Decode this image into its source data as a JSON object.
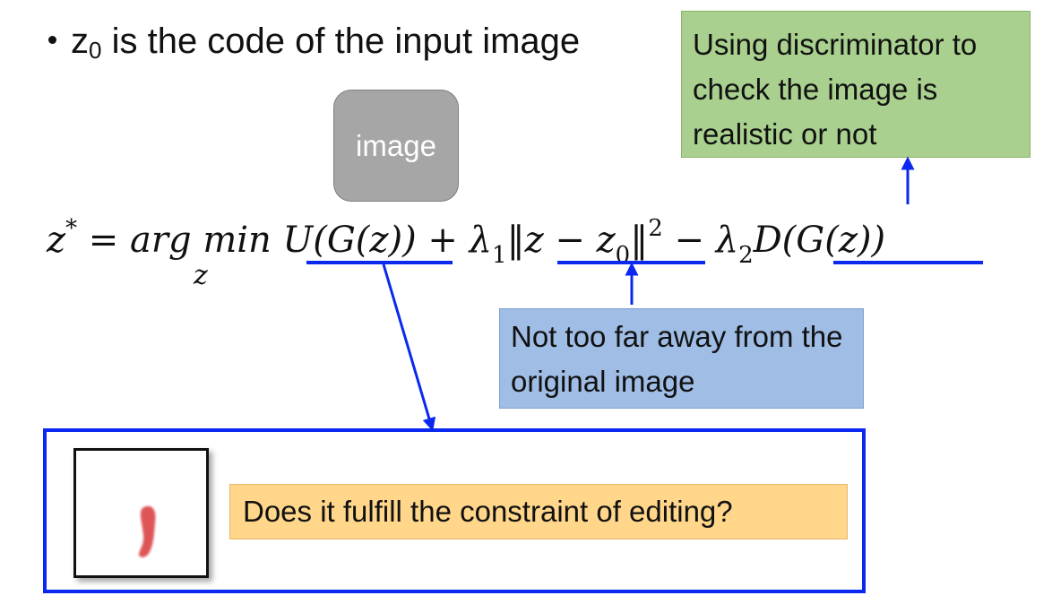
{
  "bullet": {
    "prefix": "z",
    "sub": "0",
    "text": " is the code of the input image"
  },
  "image_box": {
    "label": "image"
  },
  "formula": {
    "lhs": "z",
    "lhs_sup": "*",
    "eq": " = ",
    "argmin": "arg min",
    "argmin_sub": "z",
    "term1": "U(G(z))",
    "plus": " + ",
    "lambda1": "λ",
    "lambda1_sub": "1",
    "norm": "‖z − z",
    "norm_sub": "0",
    "norm_close": "‖",
    "norm_sup": "2",
    "minus": " − ",
    "lambda2": "λ",
    "lambda2_sub": "2",
    "term3": "D(G(z))"
  },
  "notes": {
    "green": "Using discriminator to check the image is realistic or not",
    "blue": "Not too far away from the original image",
    "yellow": "Does it fulfill the constraint of editing?"
  },
  "colors": {
    "arrow_blue": "#0a28f0",
    "green_fill": "#a9d08e",
    "blue_fill": "#9fbde5",
    "yellow_fill": "#ffd68a",
    "gray_fill": "#a6a6a6",
    "stroke_red": "#d9383a"
  }
}
